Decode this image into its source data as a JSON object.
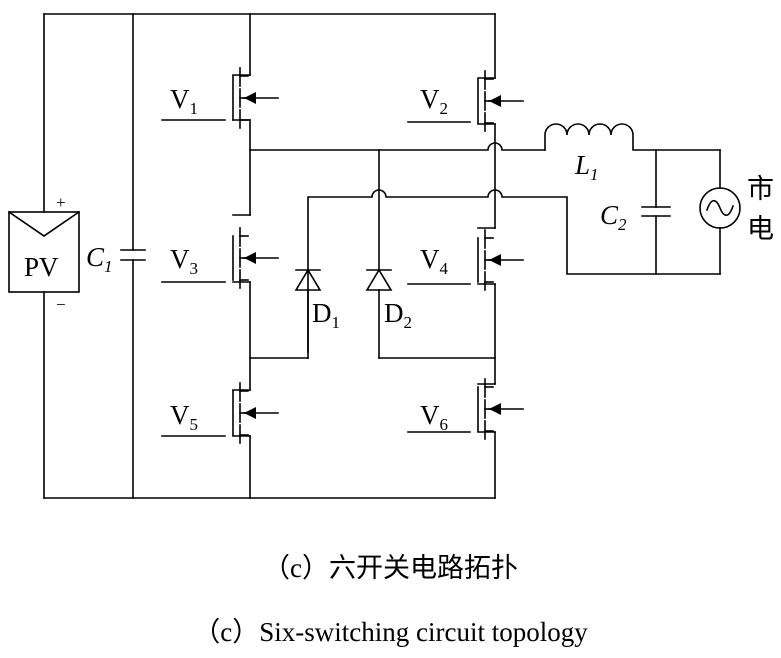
{
  "components": {
    "pv": "PV",
    "pv_plus": "+",
    "pv_minus": "−",
    "c1": {
      "base": "C",
      "sub": "1"
    },
    "c2": {
      "base": "C",
      "sub": "2"
    },
    "l1": {
      "base": "L",
      "sub": "1"
    },
    "v1": {
      "base": "V",
      "sub": "1"
    },
    "v2": {
      "base": "V",
      "sub": "2"
    },
    "v3": {
      "base": "V",
      "sub": "3"
    },
    "v4": {
      "base": "V",
      "sub": "4"
    },
    "v5": {
      "base": "V",
      "sub": "5"
    },
    "v6": {
      "base": "V",
      "sub": "6"
    },
    "d1": {
      "base": "D",
      "sub": "1"
    },
    "d2": {
      "base": "D",
      "sub": "2"
    },
    "grid_char1": "市",
    "grid_char2": "电"
  },
  "caption": {
    "zh": "（c）六开关电路拓扑",
    "en": "（c）Six-switching circuit topology"
  }
}
